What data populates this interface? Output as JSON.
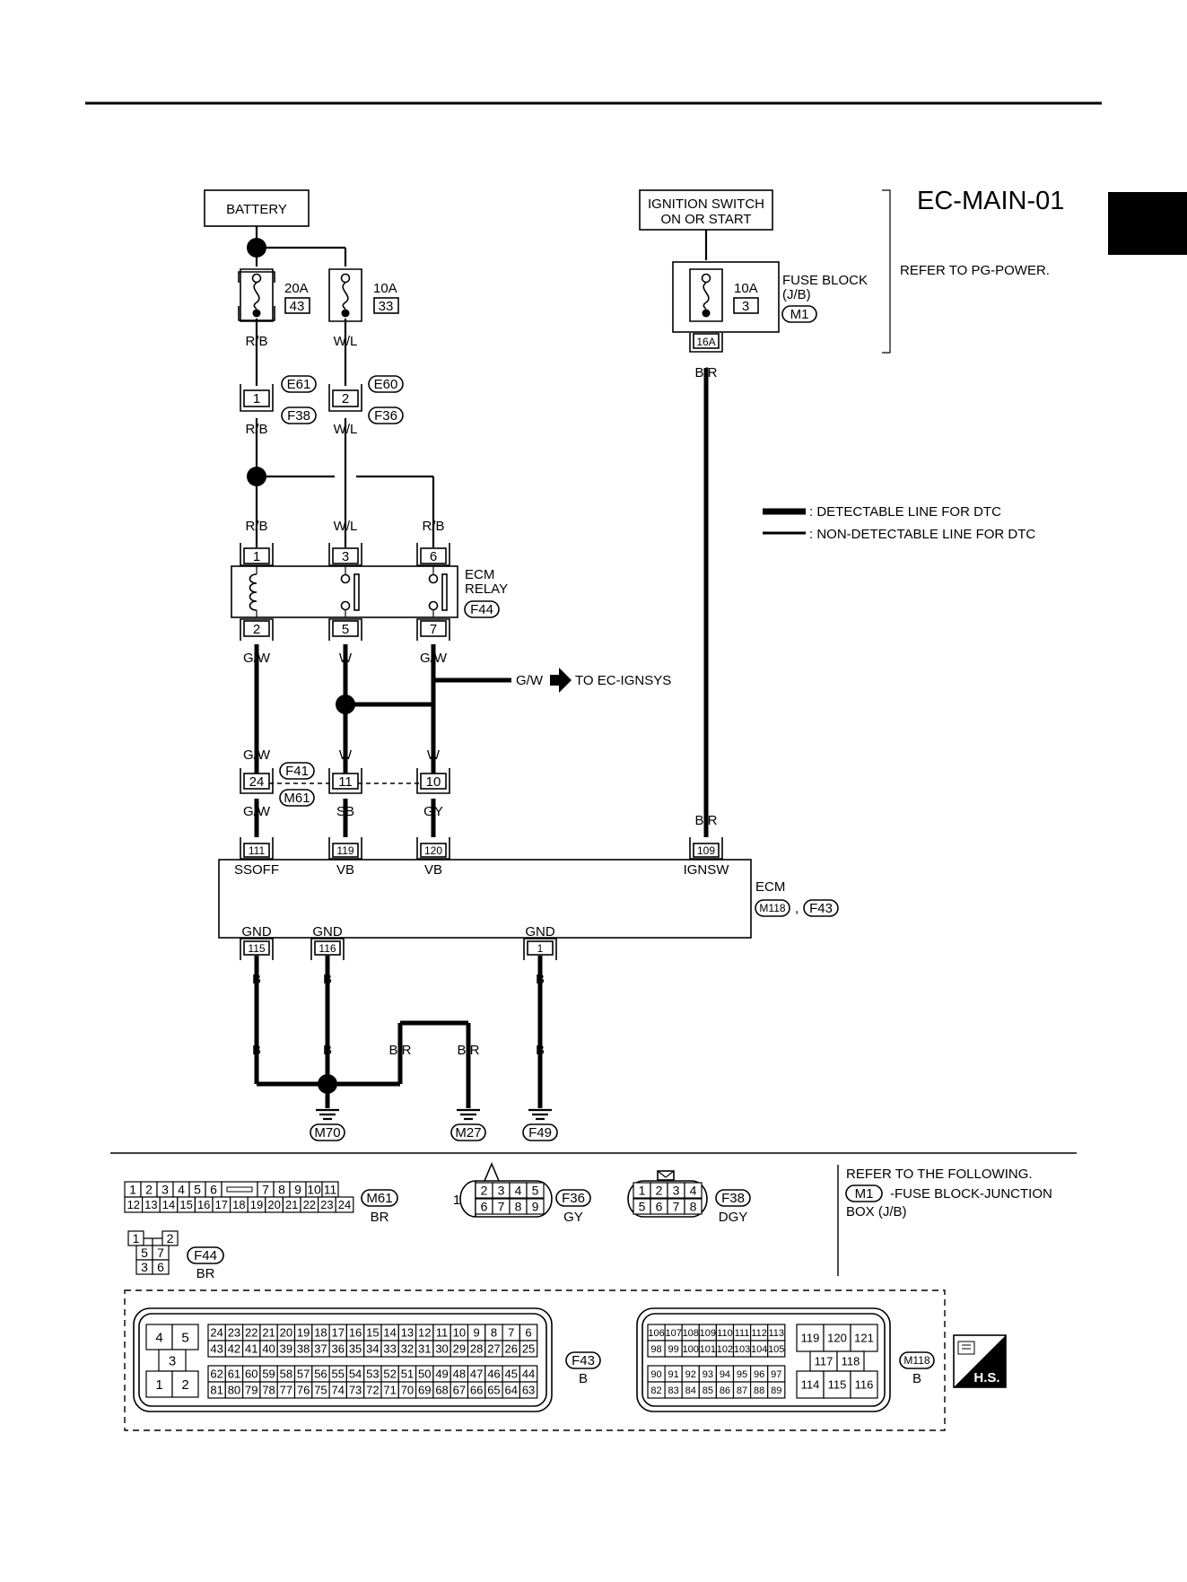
{
  "title": "EC-MAIN-01",
  "refer_pg": "REFER TO PG-POWER.",
  "battery": "BATTERY",
  "ign_l1": "IGNITION SWITCH",
  "ign_l2": "ON OR START",
  "fuse_block_l1": "FUSE BLOCK",
  "fuse_block_l2": "(J/B)",
  "fuses": {
    "f1_amp": "20A",
    "f1_no": "43",
    "f2_amp": "10A",
    "f2_no": "33",
    "f3_amp": "10A",
    "f3_no": "3"
  },
  "legend": {
    "detectable": ": DETECTABLE LINE FOR DTC",
    "nondetectable": ": NON-DETECTABLE LINE FOR DTC"
  },
  "relay_l1": "ECM",
  "relay_l2": "RELAY",
  "to_ignsys": "TO EC-IGNSYS",
  "ecm": "ECM",
  "comma": ",",
  "wire": {
    "rb": "R/B",
    "wl": "W/L",
    "gw": "G/W",
    "w": "W",
    "sb": "SB",
    "gy": "GY",
    "br": "B/R",
    "b": "B"
  },
  "pins": {
    "p1": "1",
    "p2": "2",
    "p3": "3",
    "p5": "5",
    "p6": "6",
    "p7": "7",
    "p10": "10",
    "p11": "11",
    "p24": "24",
    "p16a": "16A",
    "p111": "111",
    "p119": "119",
    "p120": "120",
    "p109": "109",
    "p115": "115",
    "p116": "116"
  },
  "ecm_terms": {
    "ssoff": "SSOFF",
    "vb": "VB",
    "ignsw": "IGNSW",
    "gnd": "GND"
  },
  "conn": {
    "e61": "E61",
    "e60": "E60",
    "f38": "F38",
    "f36": "F36",
    "f44": "F44",
    "f41": "F41",
    "m61": "M61",
    "m118": "M118",
    "f43": "F43",
    "m70": "M70",
    "m27": "M27",
    "f49": "F49",
    "m1": "M1"
  },
  "refer_following": "REFER TO THE FOLLOWING.",
  "m1_desc_l1": "-FUSE BLOCK-JUNCTION",
  "m1_desc_l2": "BOX (J/B)",
  "colors": {
    "br": "BR",
    "gy": "GY",
    "dgy": "DGY",
    "b": "B"
  },
  "hs": "H.S.",
  "faces": {
    "m61_top": [
      "1",
      "2",
      "3",
      "4",
      "5",
      "6",
      "",
      "7",
      "8",
      "9",
      "10",
      "11"
    ],
    "m61_bot": [
      "12",
      "13",
      "14",
      "15",
      "16",
      "17",
      "18",
      "19",
      "20",
      "21",
      "22",
      "23",
      "24"
    ],
    "f36_top": [
      "2",
      "3",
      "4",
      "5"
    ],
    "f36_bot": [
      "6",
      "7",
      "8",
      "9"
    ],
    "f36_big": "1",
    "f38_top": [
      "1",
      "2",
      "3",
      "4"
    ],
    "f38_bot": [
      "5",
      "6",
      "7",
      "8"
    ],
    "f44": [
      "1",
      "2",
      "5",
      "7",
      "3",
      "6"
    ],
    "f43_left": [
      "4",
      "5",
      "3",
      "1",
      "2"
    ],
    "f43_r1": [
      "24",
      "23",
      "22",
      "21",
      "20",
      "19",
      "18",
      "17",
      "16",
      "15",
      "14",
      "13",
      "12",
      "11",
      "10",
      "9",
      "8",
      "7",
      "6"
    ],
    "f43_r2": [
      "43",
      "42",
      "41",
      "40",
      "39",
      "38",
      "37",
      "36",
      "35",
      "34",
      "33",
      "32",
      "31",
      "30",
      "29",
      "28",
      "27",
      "26",
      "25"
    ],
    "f43_r3": [
      "62",
      "61",
      "60",
      "59",
      "58",
      "57",
      "56",
      "55",
      "54",
      "53",
      "52",
      "51",
      "50",
      "49",
      "48",
      "47",
      "46",
      "45",
      "44"
    ],
    "f43_r4": [
      "81",
      "80",
      "79",
      "78",
      "77",
      "76",
      "75",
      "74",
      "73",
      "72",
      "71",
      "70",
      "69",
      "68",
      "67",
      "66",
      "65",
      "64",
      "63"
    ],
    "m118_r1": [
      "106",
      "107",
      "108",
      "109",
      "110",
      "111",
      "112",
      "113"
    ],
    "m118_r2": [
      "98",
      "99",
      "100",
      "101",
      "102",
      "103",
      "104",
      "105"
    ],
    "m118_r3": [
      "90",
      "91",
      "92",
      "93",
      "94",
      "95",
      "96",
      "97"
    ],
    "m118_r4": [
      "82",
      "83",
      "84",
      "85",
      "86",
      "87",
      "88",
      "89"
    ],
    "m118_right_top": [
      "119",
      "120",
      "121"
    ],
    "m118_right_mid": [
      "117",
      "118"
    ],
    "m118_right_bot": [
      "114",
      "115",
      "116"
    ]
  }
}
